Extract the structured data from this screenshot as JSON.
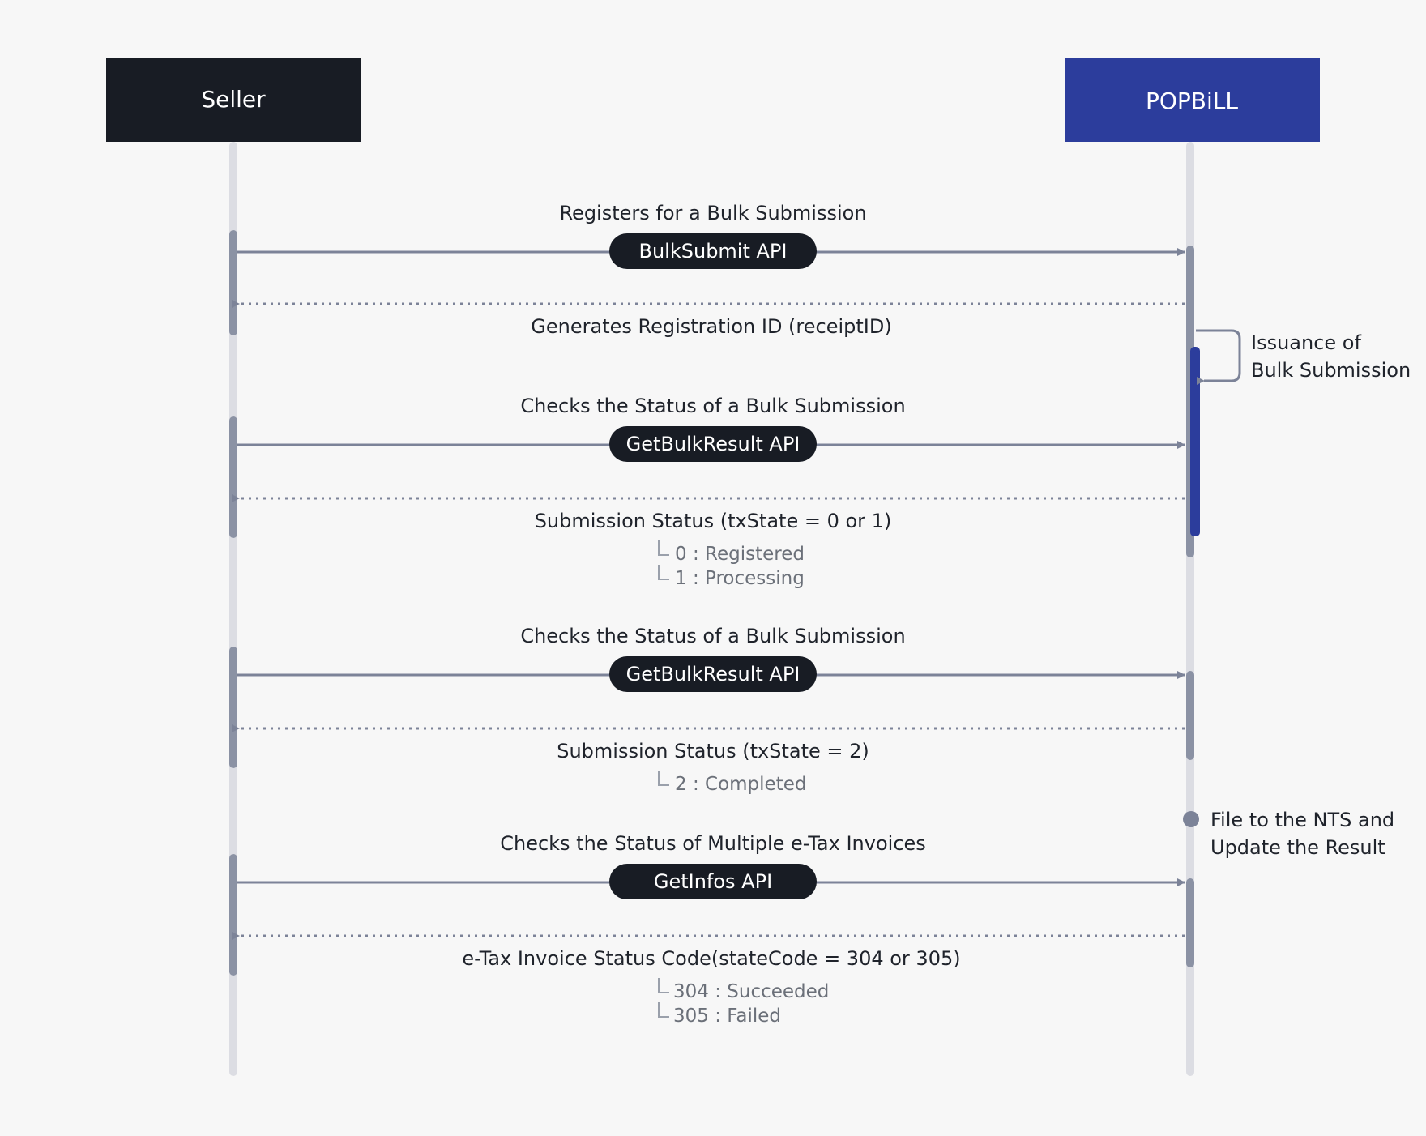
{
  "participants": {
    "seller": "Seller",
    "popbill": "POPBiLL"
  },
  "colors": {
    "seller_header": "#181c24",
    "popbill_header": "#2c3d9c",
    "lifeline": "#dcdde3",
    "activation": "#8b92a4",
    "popbill_activation": "#2c3d9c",
    "arrow": "#7c8398"
  },
  "steps": [
    {
      "call_label": "Registers for a Bulk Submission",
      "api": "BulkSubmit API",
      "return_label": "Generates Registration ID (receiptID)",
      "notes": []
    },
    {
      "call_label": "Checks the Status of a Bulk Submission",
      "api": "GetBulkResult API",
      "return_label": "Submission Status (txState = 0 or 1)",
      "notes": [
        "0 : Registered",
        "1 : Processing"
      ]
    },
    {
      "call_label": "Checks the Status of a Bulk Submission",
      "api": "GetBulkResult API",
      "return_label": "Submission Status (txState = 2)",
      "notes": [
        "2 : Completed"
      ]
    },
    {
      "call_label": "Checks the Status of Multiple e-Tax Invoices",
      "api": "GetInfos API",
      "return_label": "e-Tax Invoice Status Code(stateCode = 304 or 305)",
      "notes": [
        "304 : Succeeded",
        "305 : Failed"
      ]
    }
  ],
  "self_call": {
    "line1": "Issuance of",
    "line2": "Bulk Submission"
  },
  "event": {
    "line1": "File to the NTS and",
    "line2": "Update the Result"
  }
}
